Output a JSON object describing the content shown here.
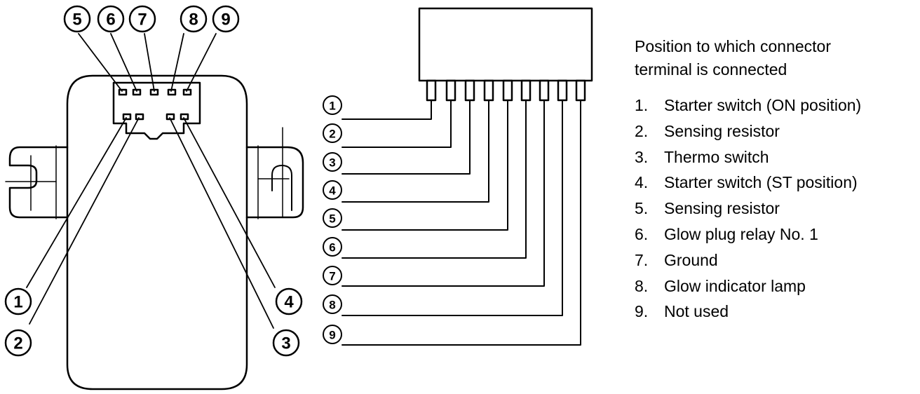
{
  "legend": {
    "title_line1": "Position to which connector",
    "title_line2": "terminal is connected",
    "items": [
      {
        "num": "1.",
        "label": "Starter switch (ON position)"
      },
      {
        "num": "2.",
        "label": "Sensing resistor"
      },
      {
        "num": "3.",
        "label": "Thermo switch"
      },
      {
        "num": "4.",
        "label": "Starter switch (ST position)"
      },
      {
        "num": "5.",
        "label": "Sensing resistor"
      },
      {
        "num": "6.",
        "label": "Glow plug relay No. 1"
      },
      {
        "num": "7.",
        "label": "Ground"
      },
      {
        "num": "8.",
        "label": "Glow indicator lamp"
      },
      {
        "num": "9.",
        "label": "Not used"
      }
    ]
  },
  "unit_callouts": {
    "top": [
      "5",
      "6",
      "7",
      "8",
      "9"
    ],
    "left": [
      "1",
      "2"
    ],
    "right": [
      "4",
      "3"
    ]
  },
  "connector_callouts": [
    "1",
    "2",
    "3",
    "4",
    "5",
    "6",
    "7",
    "8",
    "9"
  ]
}
